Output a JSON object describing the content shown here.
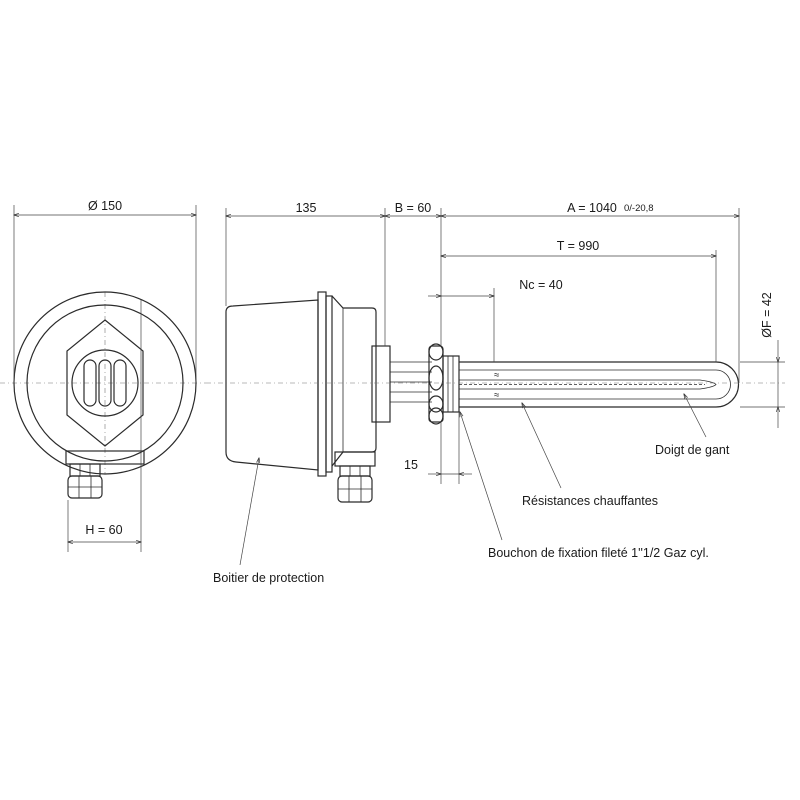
{
  "dimensions": {
    "diameter": "Ø 150",
    "h": "H = 60",
    "length_135": "135",
    "b": "B = 60",
    "a": "A = 1040",
    "a_tolerance": "0/-20,8",
    "t": "T = 990",
    "nc": "Nc = 40",
    "f": "ØF = 42",
    "fifteen": "15"
  },
  "labels": {
    "boitier": "Boitier de protection",
    "bouchon": "Bouchon de fixation fileté 1''1/2 Gaz cyl.",
    "resistances": "Résistances chauffantes",
    "doigt": "Doigt de gant"
  },
  "colors": {
    "line": "#2b2b2b"
  }
}
